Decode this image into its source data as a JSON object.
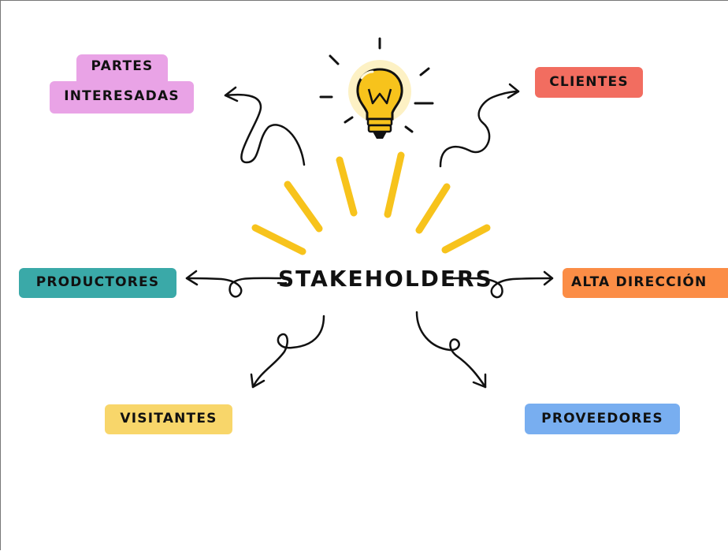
{
  "diagram": {
    "center": {
      "label": "STAKEHOLDERS"
    },
    "nodes": {
      "partes_interesadas": {
        "line1": "PARTES",
        "line2": "INTERESADAS",
        "color": "#e9a3e6"
      },
      "clientes": {
        "label": "CLIENTES",
        "color": "#f26d60"
      },
      "productores": {
        "label": "PRODUCTORES",
        "color": "#3aa9a8"
      },
      "alta_direccion": {
        "label": "ALTA DIRECCIÓN",
        "color": "#fb8d46"
      },
      "visitantes": {
        "label": "VISITANTES",
        "color": "#f8d66a"
      },
      "proveedores": {
        "label": "PROVEEDORES",
        "color": "#78aef0"
      }
    },
    "colors": {
      "bulb": "#f7c31c",
      "bulb_glow": "#fdf1c4",
      "rays": "#f7c31c",
      "ink": "#111111"
    },
    "icons": [
      "lightbulb-icon",
      "arrow-icon"
    ]
  }
}
